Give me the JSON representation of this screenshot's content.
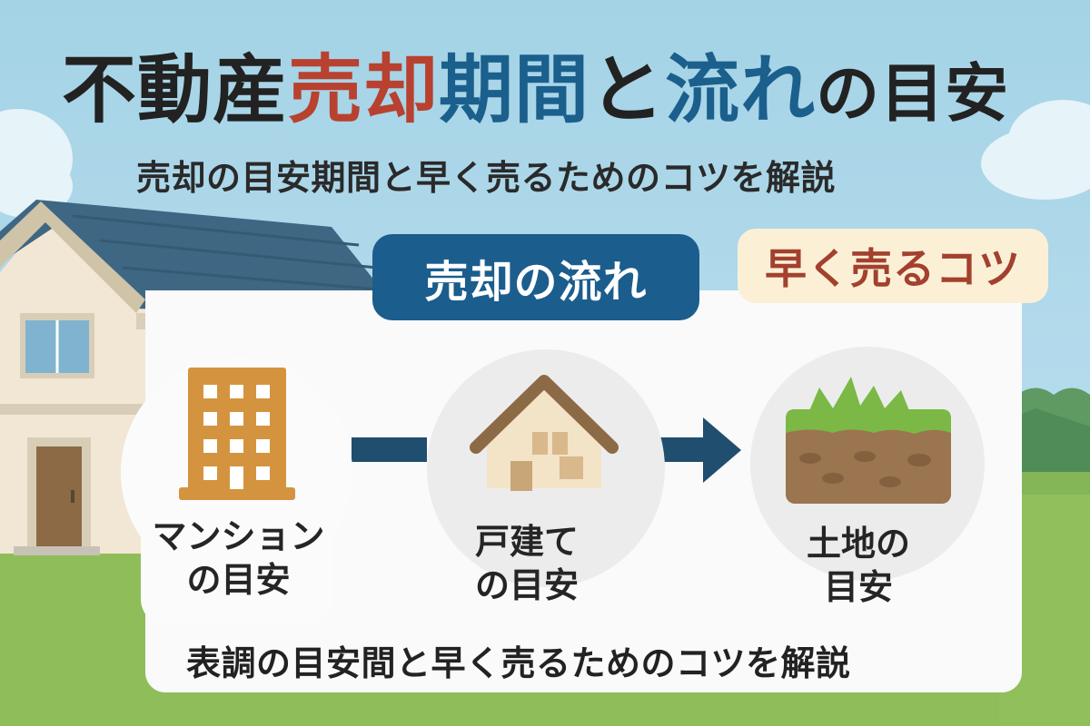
{
  "title": {
    "part1": "不動産",
    "part2": "売却",
    "part3": "期間",
    "part4": "と",
    "part5": "流れ",
    "part6": "の目安"
  },
  "subtitle": "売却の目安期間と早く売るためのコツを解説",
  "badges": {
    "flow": "売却の流れ",
    "tips": "早く売るコツ"
  },
  "steps": [
    {
      "line1": "マンション",
      "line2": "の目安",
      "icon": "apartment-building-icon"
    },
    {
      "line1": "戸建て",
      "line2": "の目安",
      "icon": "house-icon"
    },
    {
      "line1": "土地の",
      "line2": "目安",
      "icon": "land-plot-icon"
    }
  ],
  "bottom_text": "表調の目安間と早く売るためのコツを解説",
  "colors": {
    "title_dark": "#222222",
    "title_red": "#b8412f",
    "title_blue": "#1b5f8c",
    "badge_flow_bg": "#1b5d8d",
    "badge_tips_bg": "#fbf0d6",
    "badge_tips_text": "#a3402e",
    "building_orange": "#d4943f",
    "connector_navy": "#1f4e6e",
    "sky": "#a9d6e8",
    "grass": "#8fbd5a"
  }
}
